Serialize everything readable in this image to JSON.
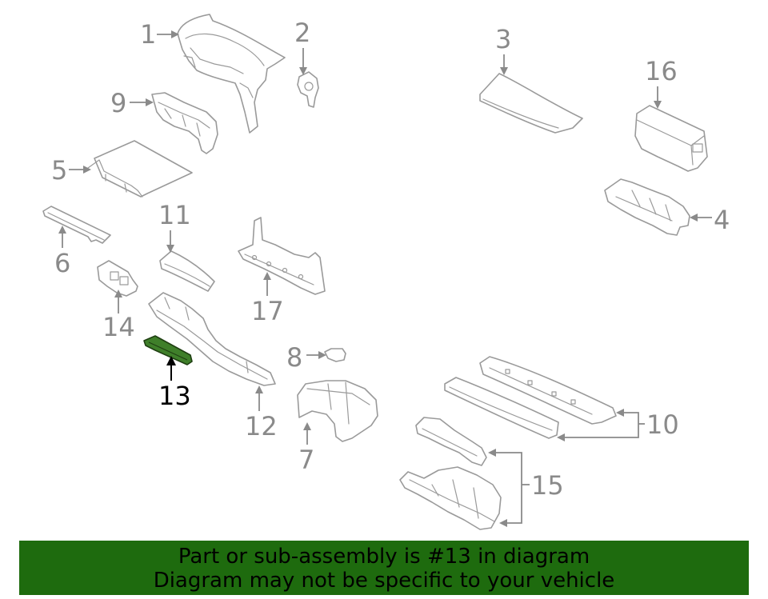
{
  "diagram": {
    "highlighted_part": "13",
    "callouts": {
      "c1": "1",
      "c2": "2",
      "c3": "3",
      "c4": "4",
      "c5": "5",
      "c6": "6",
      "c7": "7",
      "c8": "8",
      "c9": "9",
      "c10": "10",
      "c11": "11",
      "c12": "12",
      "c13": "13",
      "c14": "14",
      "c15": "15",
      "c16": "16",
      "c17": "17"
    },
    "colors": {
      "part_outline": "#9a9a9a",
      "callout_text": "#8a8a8a",
      "highlight_fill": "#3f7f2a",
      "highlight_text": "#000000",
      "banner_background": "#1e6b0e"
    }
  },
  "banner": {
    "line1": "Part or sub-assembly is #13 in diagram",
    "line2": "Diagram may not be specific to your vehicle"
  }
}
